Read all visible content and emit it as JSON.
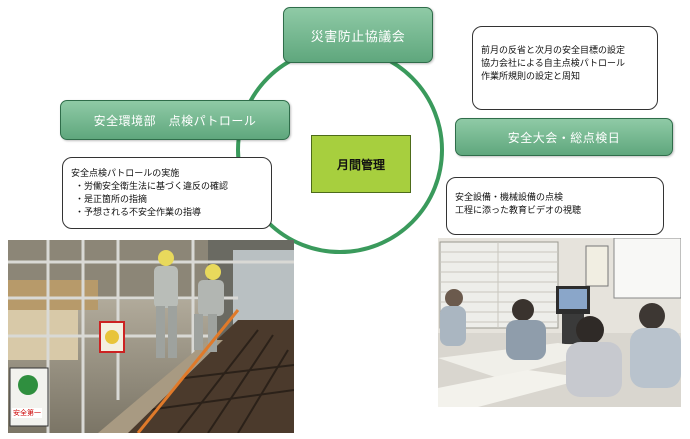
{
  "diagram": {
    "center_label": "月間管理",
    "cycle_items": {
      "top": "災害防止協議会",
      "left": "安全環境部　点検パトロール",
      "right": "安全大会・総点検日"
    },
    "notes": {
      "top_right": [
        "前月の反省と次月の安全目標の設定",
        "協力会社による自主点検パトロール",
        "作業所規則の設定と周知"
      ],
      "left": [
        "安全点検パトロールの実施",
        "・労働安全衛生法に基づく違反の確認",
        "・是正箇所の指摘",
        "・予想される不安全作業の指導"
      ],
      "right": [
        "安全設備・機械設備の点検",
        "工程に添った教育ビデオの視聴"
      ]
    },
    "photos": {
      "left_sign_text": "安全第一"
    },
    "colors": {
      "ring": "#3a9a5c",
      "box_fill": "#6fb78c",
      "center_fill": "#a7cf3e"
    }
  }
}
